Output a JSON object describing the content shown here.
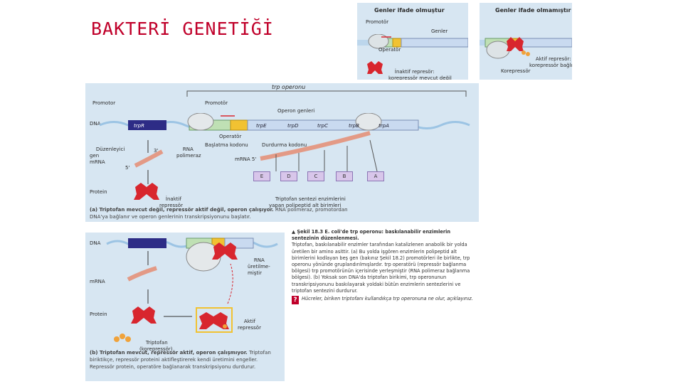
{
  "title": "BAKTERİ GENETİĞİ",
  "inset_on": {
    "heading": "Genler ifade olmuştur",
    "promoter": "Promotör",
    "genes": "Genler",
    "operator": "Operatör",
    "repressor_note": "İnaktif represör:\nkorepressör mevcut değil"
  },
  "inset_off": {
    "heading": "Genler ifade olmamıştır",
    "active_repressor": "Aktif represör:\nkorepressör bağlı",
    "corepressor": "Korepressör"
  },
  "panel_a": {
    "operon_label": "trp operonu",
    "promoter_top": "Promotor",
    "promoter_mid": "Promotör",
    "operon_genes": "Operon genleri",
    "dna": "DNA",
    "trpR": "trpR",
    "genes": [
      "trpE",
      "trpD",
      "trpC",
      "trpB",
      "trpA"
    ],
    "regulator": "Düzenleyici\ngen",
    "mrna": "mRNA",
    "three_prime": "3'",
    "five_prime": "5'",
    "rna_pol": "RNA\npolimeraz",
    "operator": "Operatör",
    "start_codon": "Başlatma kodonu",
    "stop_codon": "Durdurma kodonu",
    "mrna5": "mRNA 5'",
    "protein": "Protein",
    "inactive_rep": "İnaktif\nrepressör",
    "enzymes": [
      "E",
      "D",
      "C",
      "B",
      "A"
    ],
    "enzyme_caption": "Triptofan sentezi enzimlerini\nyapan polipeptid alt birimleri",
    "caption_bold": "(a) Triptofan mevcut değil, repressör aktif değil, operon çalışıyor.",
    "caption_rest": "RNA polimeraz, promotordan DNA'ya bağlanır ve operon genlerinin transkripsiyonunu başlatır."
  },
  "panel_b": {
    "dna": "DNA",
    "mrna": "mRNA",
    "protein": "Protein",
    "no_rna": "RNA\nüretilme-\nmiştir",
    "active_rep": "Aktif\nrepressör",
    "tryptophan": "Triptofan\n(korepressör)",
    "caption_bold": "(b) Triptofan mevcut, repressör aktif, operon çalışmıyor.",
    "caption_rest": "Triptofan biriktikçe, repressör proteini aktifleştirerek kendi üretimini engeller. Repressör protein, operatöre bağlanarak transkripsiyonu durdurur."
  },
  "figure_caption": {
    "head": "▲ Şekil 18.3  E. coli'de trp operonu: baskılanabilir enzimlerin sentezinin düzenlenmesi.",
    "body": "Triptofan, baskılanabilir enzimler tarafından katalizlenen anabolik bir yolda üretilen bir amino asittir. (a) Bu yolda işgören enzimlerin polipeptid alt birimlerini kodlayan beş gen (bakınız Şekil 18.2) promotörleri ile birlikte, trp operonu yönünde gruplandırılmışlardır. trp operatörü (repressör bağlanma bölgesi) trp promotörünün içerisinde yerleşmiştir (RNA polimeraz bağlanma bölgesi). (b) Yoksak son DNA'da triptofan birikimi, trp operonunun transkripsiyonunu baskılayarak yoldaki bütün enzimlerin sentezlerini ve triptofan sentezini durdurur.",
    "question": "Hücreler, biriken triptofanı kullandıkça trp operonuna ne olur, açıklayınız."
  },
  "colors": {
    "title": "#c0002a",
    "panel_bg": "#d7e6f2",
    "gene_blue": "#c9daf0",
    "promoter_green": "#bfe0b4",
    "operator_yellow": "#f1c232",
    "repressor_red": "#d8262e",
    "mrna_salmon": "#e39a86",
    "dna_navy": "#2d2c86",
    "tryptophan_orange": "#f0a23a"
  }
}
